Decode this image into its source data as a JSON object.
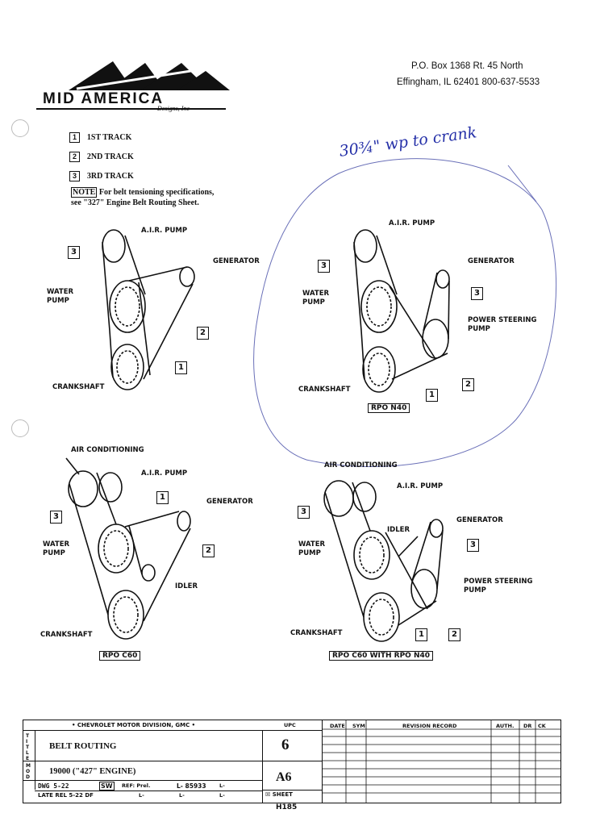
{
  "header": {
    "brand": "MID AMERICA",
    "brand_sub": "Designs, Inc",
    "address_line1": "P.O. Box 1368   Rt. 45 North",
    "address_line2": "Effingham, IL 62401   800-637-5533"
  },
  "legend": [
    {
      "num": "1",
      "label": "1ST TRACK"
    },
    {
      "num": "2",
      "label": "2ND TRACK"
    },
    {
      "num": "3",
      "label": "3RD TRACK"
    }
  ],
  "note": {
    "key": "NOTE",
    "line1": "For belt tensioning specifications,",
    "line2": "see \"327\" Engine Belt Routing Sheet."
  },
  "handwriting": "30¾\" wp to crank",
  "diagrams": {
    "d1": {
      "labels": {
        "air": "A.I.R. PUMP",
        "gen": "GENERATOR",
        "water": "WATER\nPUMP",
        "crank": "CRANKSHAFT"
      },
      "nums": [
        "3",
        "2",
        "1"
      ]
    },
    "d2": {
      "labels": {
        "air": "A.I.R. PUMP",
        "gen": "GENERATOR",
        "water": "WATER\nPUMP",
        "ps": "POWER STEERING\nPUMP",
        "crank": "CRANKSHAFT"
      },
      "nums": [
        "3",
        "3",
        "2",
        "1"
      ],
      "rpo": "RPO N40"
    },
    "d3": {
      "labels": {
        "ac": "AIR CONDITIONING",
        "air": "A.I.R. PUMP",
        "gen": "GENERATOR",
        "water": "WATER\nPUMP",
        "idler": "IDLER",
        "crank": "CRANKSHAFT"
      },
      "nums": [
        "3",
        "1",
        "2"
      ],
      "rpo": "RPO C60"
    },
    "d4": {
      "labels": {
        "ac": "AIR CONDITIONING",
        "air": "A.I.R. PUMP",
        "gen": "GENERATOR",
        "idler": "IDLER",
        "water": "WATER\nPUMP",
        "ps": "POWER STEERING\nPUMP",
        "crank": "CRANKSHAFT"
      },
      "nums": [
        "3",
        "3",
        "1",
        "2"
      ],
      "rpo": "RPO C60 WITH RPO N40"
    }
  },
  "title_block": {
    "division": "• CHEVROLET MOTOR DIVISION, GMC •",
    "upc_label": "UPC",
    "title_key": "TITLE",
    "title": "BELT ROUTING",
    "model_key": "MOD",
    "model": "19000 (\"427\" ENGINE)",
    "upc": "6",
    "sheet_code": "A6",
    "sheet_label": "SHEET",
    "sheet_num": "H185",
    "dwg": "DWG 5-22",
    "sw": "SW",
    "ref": "REF: Prel.",
    "part": "L- 85933",
    "l1": "L-",
    "date": "LATE REL 5-22 DF",
    "l2": "L-",
    "l3": "L-",
    "l4": "L-",
    "rev_cols": [
      "DATE",
      "SYM",
      "REVISION RECORD",
      "AUTH.",
      "DR",
      "CK"
    ]
  }
}
